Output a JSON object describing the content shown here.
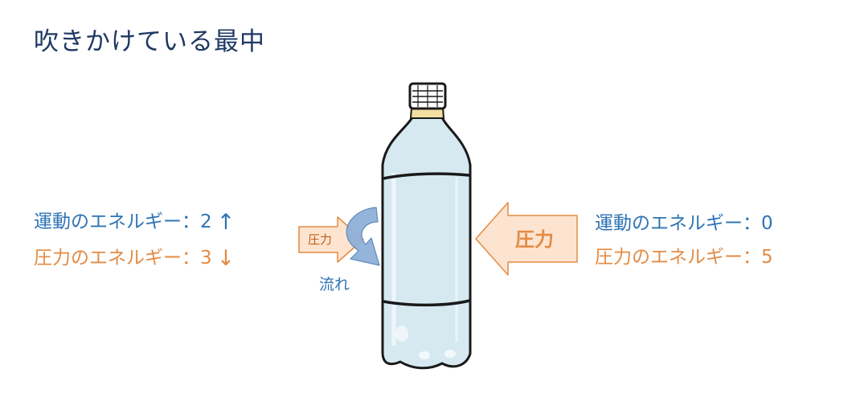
{
  "title": "吹きかけている最中",
  "left_side": {
    "kinetic_label": "運動のエネルギー：2",
    "kinetic_arrow": "↑",
    "pressure_label": "圧力のエネルギー：3",
    "pressure_arrow": "↓",
    "pressure_arrow_text": "圧力",
    "flow_label": "流れ"
  },
  "right_side": {
    "kinetic_label": "運動のエネルギー：0",
    "pressure_label": "圧力のエネルギー：5",
    "pressure_arrow_text": "圧力"
  },
  "colors": {
    "title": "#1f3864",
    "kinetic": "#2e74b5",
    "pressure": "#e38b44",
    "pressure_arrow_fill": "#fde4d0",
    "flow_arrow": "#8fb0d8",
    "bottle_fill": "#d6e9f1",
    "cap": "#ffffff",
    "cap_ring": "#f3dfa1"
  }
}
